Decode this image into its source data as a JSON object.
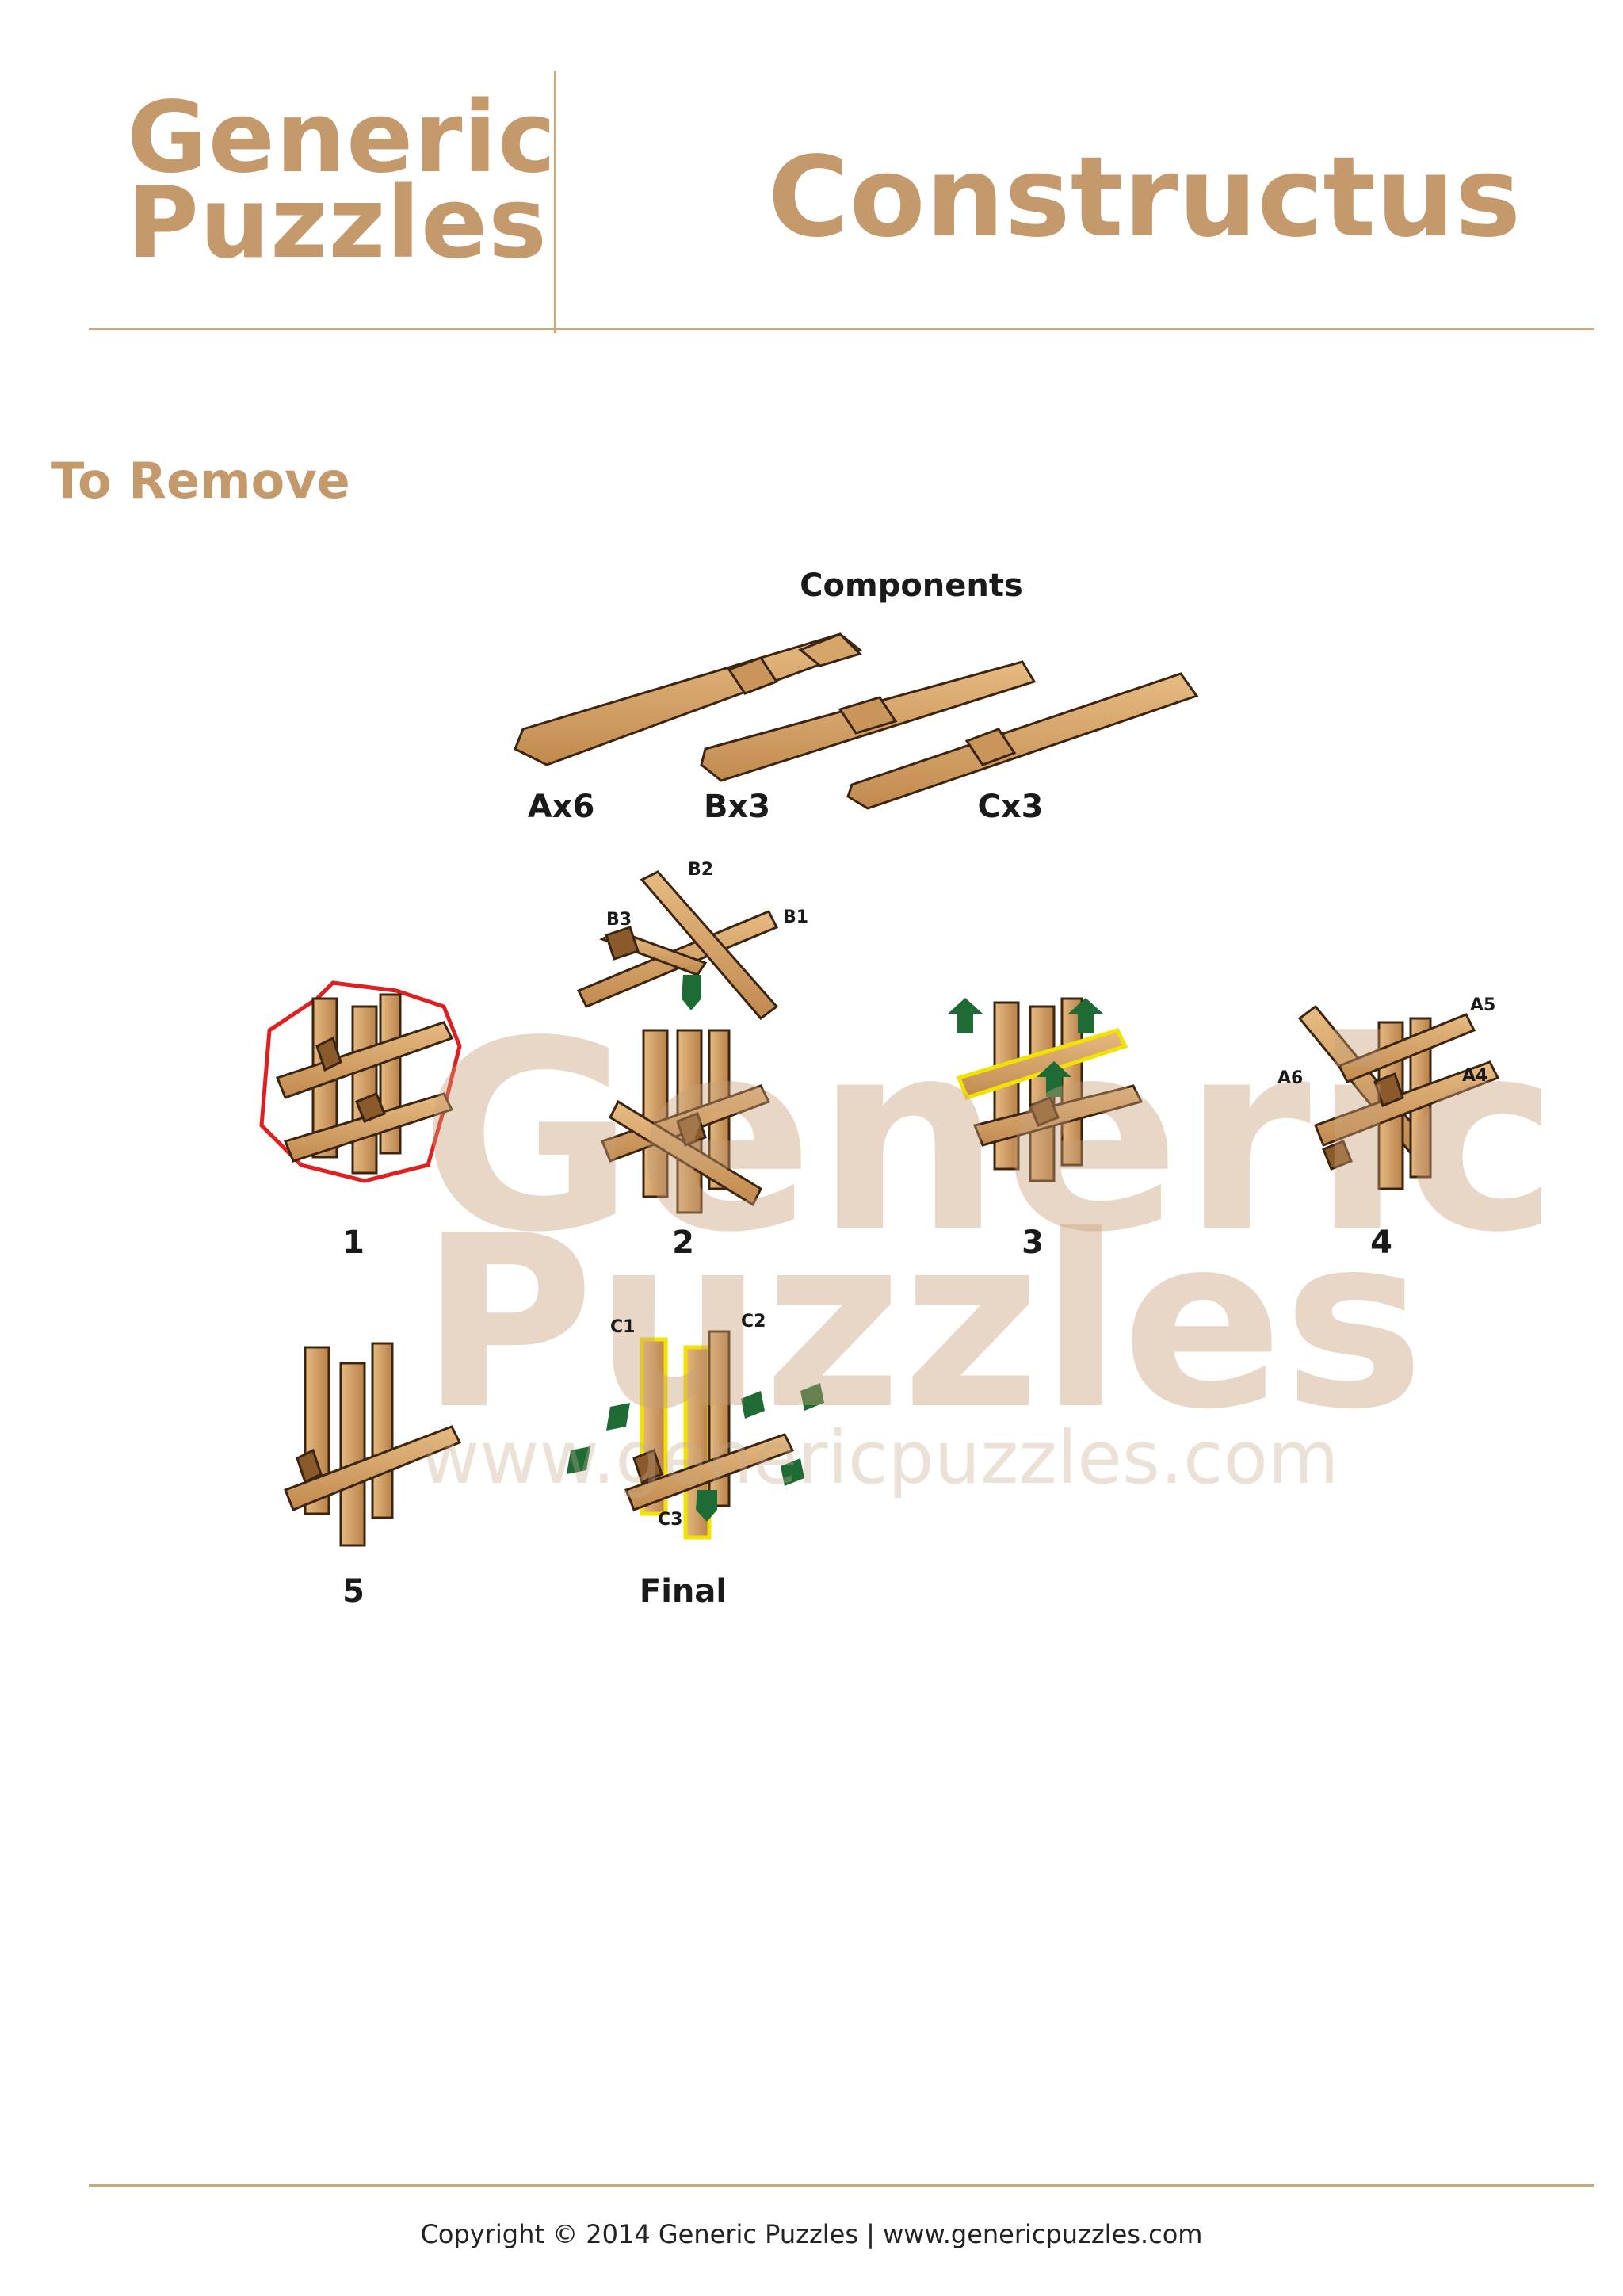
{
  "header": {
    "brand_line1": "Generic",
    "brand_line2": "Puzzles",
    "title": "Constructus"
  },
  "section_title": "To Remove",
  "components": {
    "title": "Components",
    "items": [
      {
        "label": "Ax6"
      },
      {
        "label": "Bx3"
      },
      {
        "label": "Cx3"
      }
    ]
  },
  "steps": [
    {
      "label": "1"
    },
    {
      "label": "2"
    },
    {
      "label": "3"
    },
    {
      "label": "4"
    },
    {
      "label": "5"
    },
    {
      "label": "Final"
    }
  ],
  "piece_labels": {
    "b1": "B1",
    "b2": "B2",
    "b3": "B3",
    "a4": "A4",
    "a5": "A5",
    "a6": "A6",
    "c1": "C1",
    "c2": "C2",
    "c3": "C3"
  },
  "watermark": {
    "line1": "Generic",
    "line2": "Puzzles",
    "url": "www.genericpuzzles.com"
  },
  "footer": {
    "copyright": "Copyright © 2014 Generic Puzzles | www.genericpuzzles.com"
  },
  "colors": {
    "brand": "#c49a6c",
    "wood": "#d9a86c",
    "wood_dark": "#8a5a2b",
    "arrow": "#1e6b35",
    "highlight_red": "#e02020",
    "highlight_yellow": "#f2e200"
  }
}
